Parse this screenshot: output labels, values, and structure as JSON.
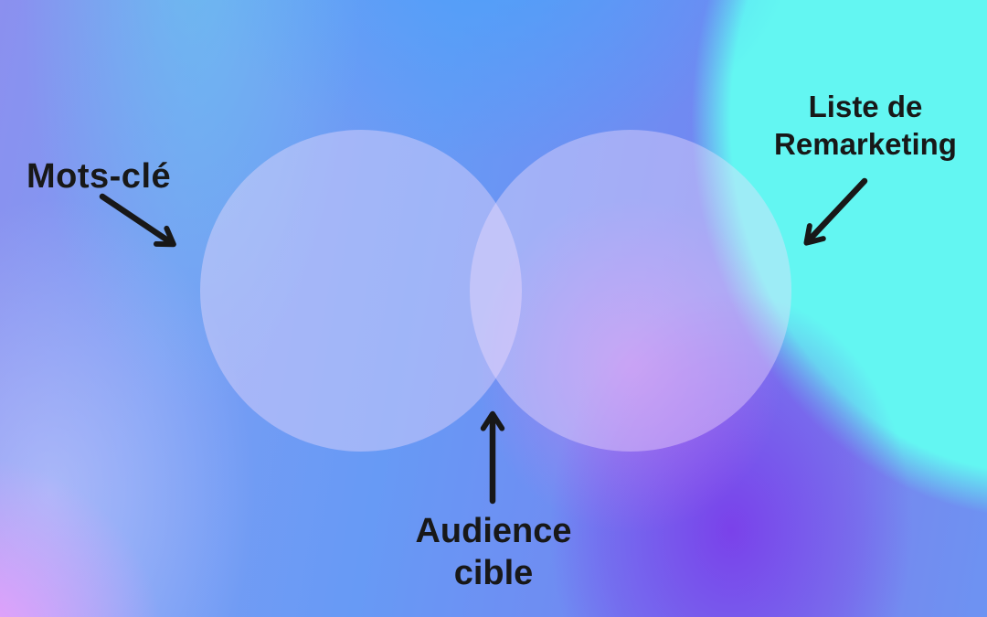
{
  "diagram": {
    "type": "venn-infographic",
    "labels": {
      "keywords": {
        "text": "Mots-clé"
      },
      "remarketing": {
        "line1": "Liste de",
        "line2": "Remarketing"
      },
      "audience": {
        "line1": "Audience",
        "line2": "cible"
      }
    },
    "icons": {
      "keywords_arrow": "arrow-down-right",
      "remarketing_arrow": "arrow-down-left",
      "audience_arrow": "arrow-up"
    },
    "colors": {
      "label_text": "#181818",
      "arrow": "#181818",
      "cyan_blob": "#63f6f2",
      "sky_blue": "#679af5",
      "periwinkle": "#8b90ef",
      "teal_streak": "#62cdee",
      "magenta_glow": "#e678f0",
      "purple_blob": "#7a3eea",
      "pink_corner": "#f6a0fc",
      "circle_fill": "#f6defc"
    }
  }
}
